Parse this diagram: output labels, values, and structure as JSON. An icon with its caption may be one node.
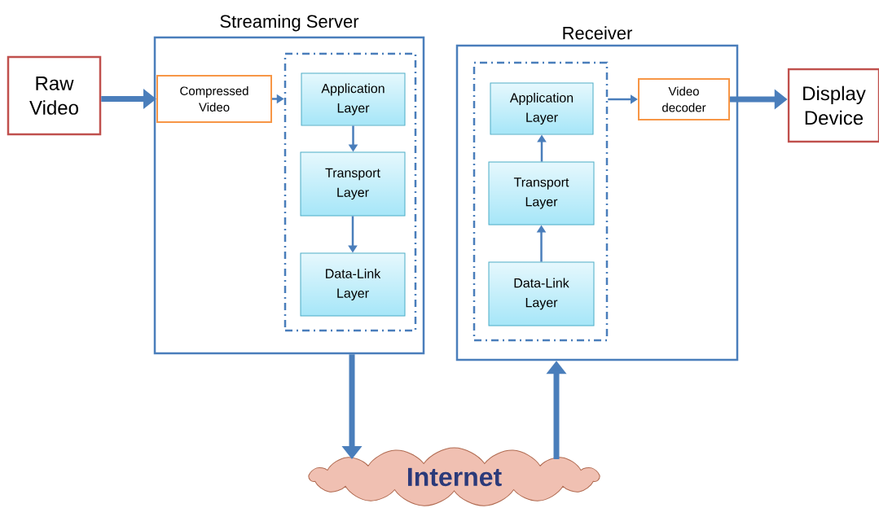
{
  "diagram": {
    "nodes": [
      {
        "text": [
          "Raw Video"
        ]
      },
      {
        "text": [
          "Streaming Server"
        ]
      },
      {
        "text": [],
        "shape": "box",
        "in": 1
      },
      {
        "text": [
          "Compressed Video"
        ],
        "in": 1
      },
      {
        "text": [
          "Application Layer"
        ],
        "in": 2
      },
      {
        "text": [
          "Transport Layer"
        ],
        "in": 2
      },
      {
        "text": [
          "Data-Link Layer"
        ],
        "in": 2
      },
      {
        "text": [
          "Receiver"
        ]
      },
      {
        "text": [],
        "shape": "box",
        "in": 7
      },
      {
        "text": [
          "Application Layer"
        ],
        "in": 8
      },
      {
        "text": [
          "Transport Layer"
        ],
        "in": 8
      },
      {
        "text": [
          "Data-Link Layer"
        ],
        "in": 8
      },
      {
        "text": [
          "Video decoder"
        ],
        "in": 7
      },
      {
        "text": [
          "Display Device"
        ]
      },
      {
        "text": [
          "Internet"
        ]
      }
    ],
    "edges": [
      {
        "from": 0,
        "to": 3,
        "arrow": "to",
        "style": "thick"
      },
      {
        "from": 3,
        "to": 2,
        "arrow": "to"
      },
      {
        "from": 4,
        "to": 5,
        "arrow": "to"
      },
      {
        "from": 5,
        "to": 6,
        "arrow": "to"
      },
      {
        "from": 1,
        "to": 14,
        "arrow": "to",
        "style": "thick"
      },
      {
        "from": 14,
        "to": 7,
        "arrow": "to",
        "style": "thick"
      },
      {
        "from": 11,
        "to": 10,
        "arrow": "to"
      },
      {
        "from": 10,
        "to": 9,
        "arrow": "to"
      },
      {
        "from": 8,
        "to": 12,
        "arrow": "to"
      },
      {
        "from": 12,
        "to": 13,
        "arrow": "to",
        "style": "thick"
      }
    ]
  }
}
